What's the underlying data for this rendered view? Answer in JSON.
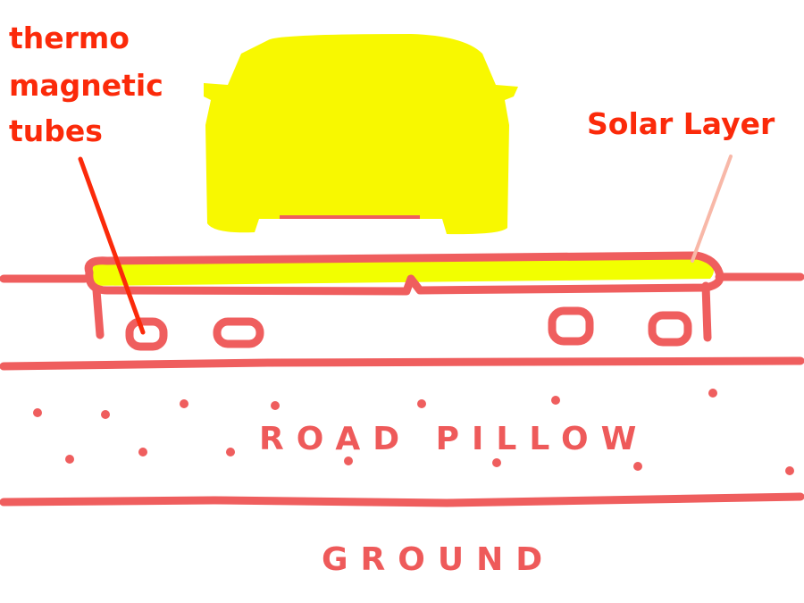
{
  "labels": {
    "tubes_line1": "thermo",
    "tubes_line2": "magnetic",
    "tubes_line3": "tubes",
    "solar": "Solar Layer",
    "road_pillow": "ROAD PILLOW",
    "ground": "GROUND"
  },
  "colors": {
    "label_red": "#fb2a0a",
    "layer_pink": "#ef5e5e",
    "car_yellow": "#f8f800",
    "solar_yellow": "#f2ff00"
  }
}
